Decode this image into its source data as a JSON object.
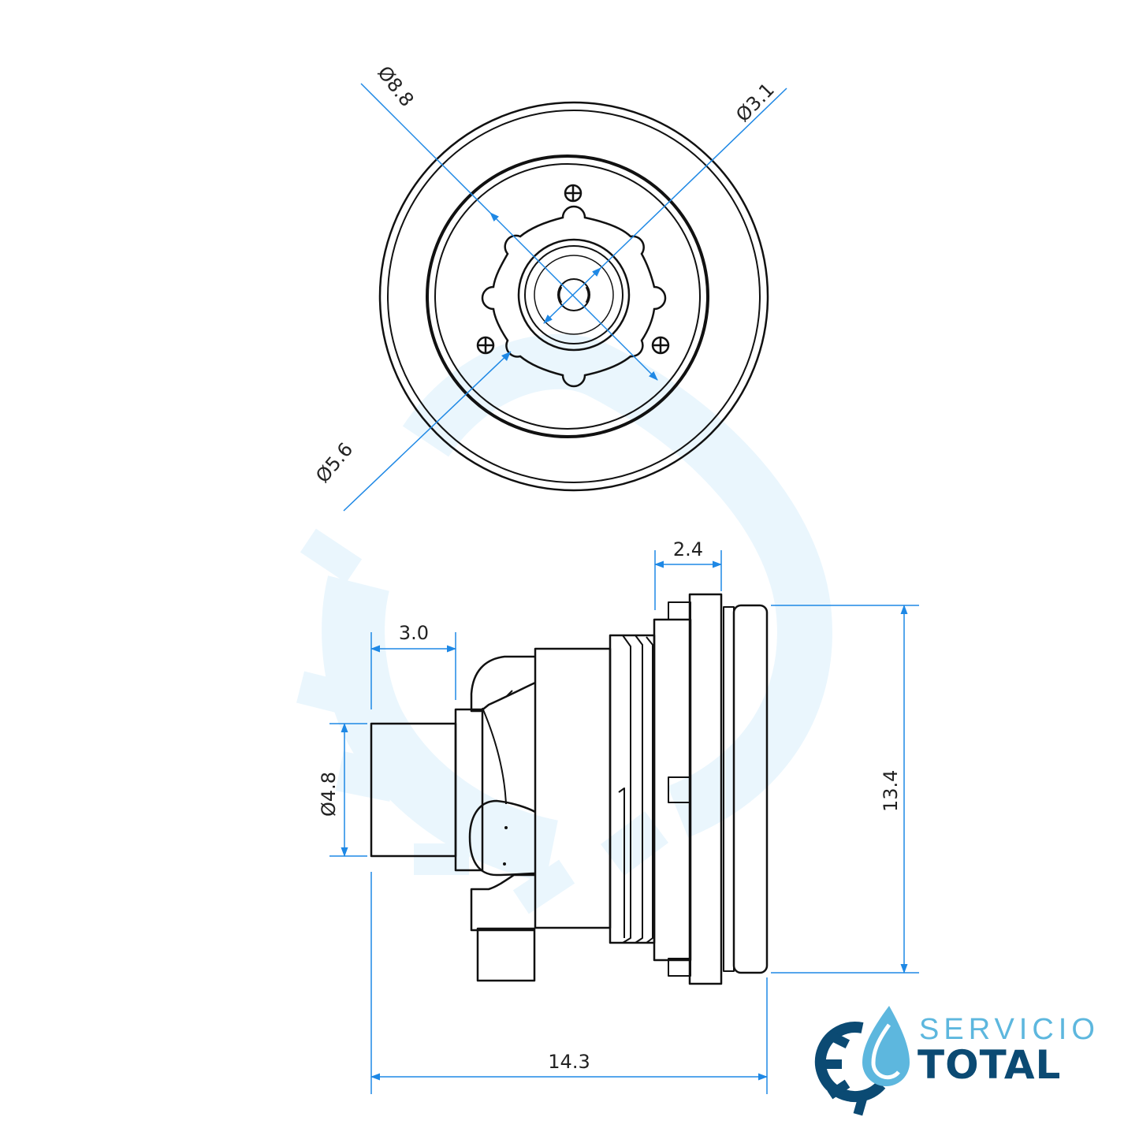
{
  "colors": {
    "line": "#111111",
    "dimension": "#1e88e5",
    "watermark": "#eaf6fd",
    "logo_dark": "#0b4a73",
    "logo_light": "#5db7de"
  },
  "front_view": {
    "dim_outer": "Ø8.8",
    "dim_inner": "Ø3.1",
    "dim_ring": "Ø5.6"
  },
  "side_view": {
    "dim_flange_width": "2.4",
    "dim_inlet_length": "3.0",
    "dim_inlet_diameter": "Ø4.8",
    "dim_height": "13.4",
    "dim_total_length": "14.3"
  },
  "logo": {
    "line1": "SERVICIO",
    "line2": "TOTAL"
  }
}
